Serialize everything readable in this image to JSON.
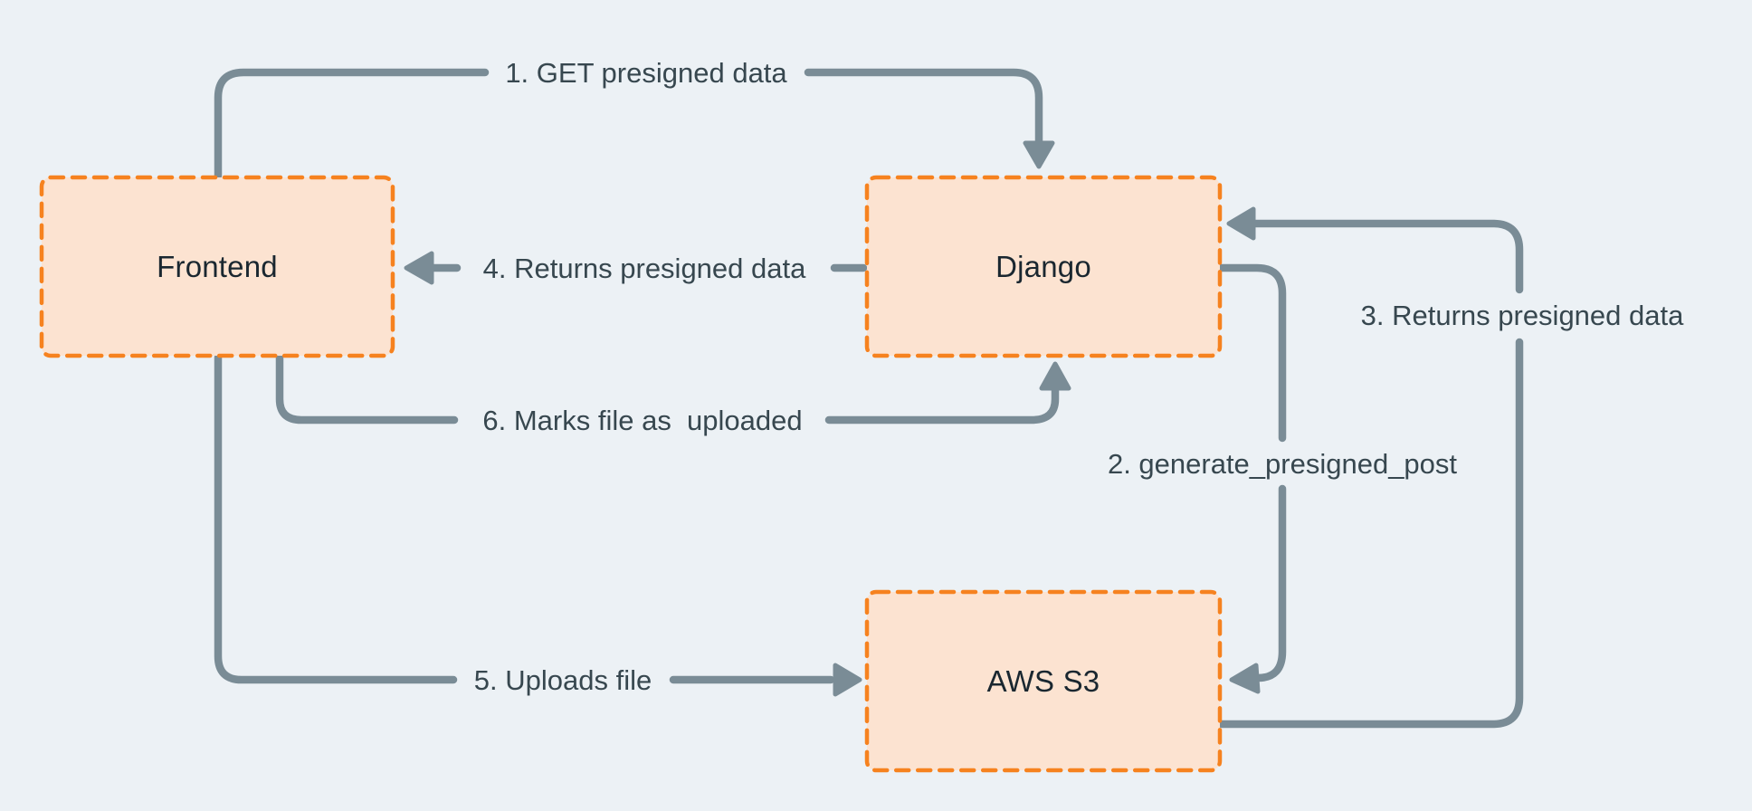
{
  "diagram": {
    "background_color": "#ECF1F5",
    "node_fill_color": "#FCE3D1",
    "node_border_color": "#F6821F",
    "arrow_color": "#7A8C96",
    "arrow_label_color": "#37474F",
    "node_label_color": "#1A2730",
    "nodes": [
      {
        "id": "frontend",
        "label": "Frontend"
      },
      {
        "id": "django",
        "label": "Django"
      },
      {
        "id": "aws-s3",
        "label": "AWS S3"
      }
    ],
    "arrows": [
      {
        "step": "1",
        "label": "1. GET presigned data",
        "from": "Frontend",
        "to": "Django"
      },
      {
        "step": "2",
        "label": "2. generate_presigned_post",
        "from": "Django",
        "to": "AWS S3"
      },
      {
        "step": "3",
        "label": "3. Returns presigned data",
        "from": "AWS S3",
        "to": "Django"
      },
      {
        "step": "4",
        "label": "4. Returns presigned data",
        "from": "Django",
        "to": "Frontend"
      },
      {
        "step": "5",
        "label": "5. Uploads file",
        "from": "Frontend",
        "to": "AWS S3"
      },
      {
        "step": "6",
        "label": "6. Marks file as  uploaded",
        "from": "Frontend",
        "to": "Django"
      }
    ]
  }
}
